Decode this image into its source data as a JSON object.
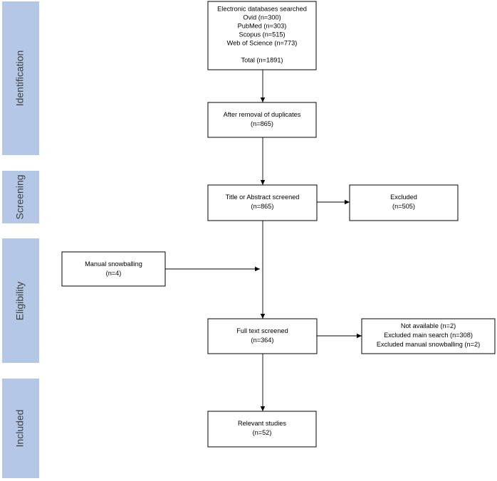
{
  "phases": [
    {
      "id": "identification",
      "label": "Identification"
    },
    {
      "id": "screening",
      "label": "Screening"
    },
    {
      "id": "eligibility",
      "label": "Eligibility"
    },
    {
      "id": "included",
      "label": "Included"
    }
  ],
  "boxes": {
    "databases": {
      "lines": [
        "Electronic databases searched",
        "Ovid (n=300)",
        "PubMed (n=303)",
        "Scopus (n=515)",
        "Web of Science (n=773)",
        "",
        "Total (n=1891)"
      ]
    },
    "duplicates_removed": {
      "lines": [
        "After removal of duplicates",
        "(n=865)"
      ]
    },
    "title_abstract": {
      "lines": [
        "Title or Abstract screened",
        "(n=865)"
      ]
    },
    "excluded_screening": {
      "lines": [
        "Excluded",
        "(n=505)"
      ]
    },
    "manual_snowballing": {
      "lines": [
        "Manual snowballing",
        "(n=4)"
      ]
    },
    "full_text": {
      "lines": [
        "Full text screened",
        "(n=364)"
      ]
    },
    "excluded_full_text": {
      "lines": [
        "Not available (n=2)",
        "Excluded main search (n=308)",
        "Excluded manual snowballing (n=2)"
      ]
    },
    "relevant": {
      "lines": [
        "Relevant studies",
        "(n=52)"
      ]
    }
  }
}
